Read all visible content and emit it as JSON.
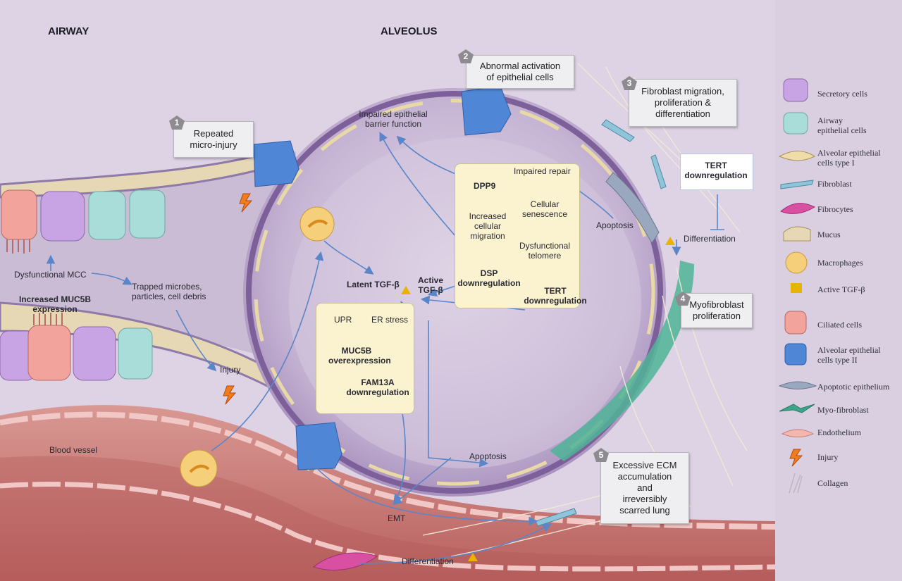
{
  "headings": {
    "airway": "AIRWAY",
    "alveolus": "ALVEOLUS"
  },
  "steps": [
    {
      "num": "1",
      "text": "Repeated\nmicro-injury"
    },
    {
      "num": "2",
      "text": "Abnormal activation\nof epithelial cells"
    },
    {
      "num": "3",
      "text": "Fibroblast migration,\nproliferation &\ndifferentiation"
    },
    {
      "num": "4",
      "text": "Myofibroblast\nproliferation"
    },
    {
      "num": "5",
      "text": "Excessive ECM\naccumulation\nand\nirreversibly\nscarred lung"
    }
  ],
  "labels": {
    "impaired_barrier": "Impaired epithelial\nbarrier function",
    "dysfunctional_mcc": "Dysfunctional MCC",
    "increased_muc5b": "Increased MUC5B\nexpression",
    "trapped": "Trapped microbes,\nparticles, cell debris",
    "injury": "Injury",
    "latent_tgf": "Latent TGF-β",
    "active_tgf": "Active\nTGF-β",
    "apoptosis_upper": "Apoptosis",
    "apoptosis_lower": "Apoptosis",
    "differentiation_right": "Differentiation",
    "differentiation_bottom": "Differentiation",
    "emt": "EMT",
    "blood_vessel": "Blood vessel"
  },
  "yellow_box": {
    "dpp9": "DPP9",
    "impaired_repair": "Impaired repair",
    "increased_migration": "Increased\ncellular\nmigration",
    "cellular_senescence": "Cellular\nsenescence",
    "dysfunctional_telomere": "Dysfunctional\ntelomere",
    "dsp": "DSP\ndownregulation",
    "tert": "TERT\ndownregulation"
  },
  "er_box": {
    "upr": "UPR",
    "er_stress": "ER stress",
    "muc5b_over": "MUC5B\noverexpression",
    "fam13a": "FAM13A\ndownregulation"
  },
  "tert_box": "TERT\ndownregulation",
  "legend": [
    {
      "icon": "secretory-cell-icon",
      "label": "Secretory cells"
    },
    {
      "icon": "airway-epithelial-cell-icon",
      "label": "Airway\nepithelial cells"
    },
    {
      "icon": "alveolar-type1-cell-icon",
      "label": "Alveolar epithelial\ncells type I"
    },
    {
      "icon": "fibroblast-icon",
      "label": "Fibroblast"
    },
    {
      "icon": "fibrocyte-icon",
      "label": "Fibrocytes"
    },
    {
      "icon": "mucus-icon",
      "label": "Mucus"
    },
    {
      "icon": "macrophage-icon",
      "label": "Macrophages"
    },
    {
      "icon": "active-tgf-beta-icon",
      "label": "Active TGF-β"
    },
    {
      "icon": "ciliated-cell-icon",
      "label": "Ciliated cells"
    },
    {
      "icon": "alveolar-type2-cell-icon",
      "label": "Alveolar epithelial\ncells type II"
    },
    {
      "icon": "apoptotic-epithelium-icon",
      "label": "Apoptotic epithelium"
    },
    {
      "icon": "myofibroblast-icon",
      "label": "Myo-fibroblast"
    },
    {
      "icon": "endothelium-icon",
      "label": "Endothelium"
    },
    {
      "icon": "injury-icon",
      "label": "Injury"
    },
    {
      "icon": "collagen-icon",
      "label": "Collagen"
    }
  ],
  "colors": {
    "arrow": "#5a86c8",
    "tgf": "#e8b400",
    "yellow_box": "#fbf3cf",
    "vessel": "#c97b78",
    "alveolus": "#b8a3c6",
    "type2": "#4f86d6",
    "myofibroblast": "#3fa58a"
  }
}
